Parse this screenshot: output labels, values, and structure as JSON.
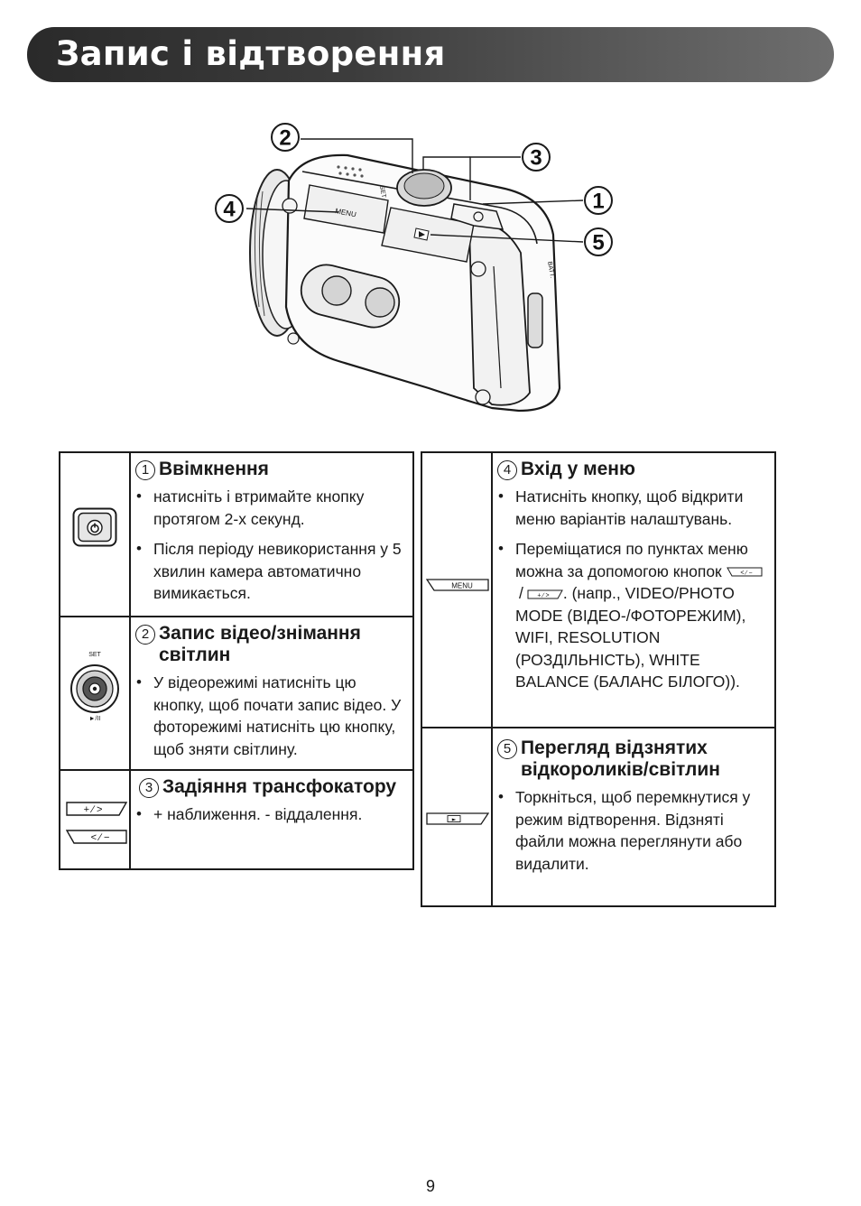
{
  "header": {
    "title": "Запис і відтворення"
  },
  "figure": {
    "callouts": [
      "2",
      "3",
      "1",
      "4",
      "5"
    ],
    "labels": {
      "menu": "MENU",
      "set": "SET",
      "batt": "BATT."
    }
  },
  "left_table": {
    "sections": [
      {
        "number": "1",
        "title": "Ввімкнення",
        "bullets": [
          "натисніть і втримайте кнопку протягом 2-х секунд.",
          "Після періоду невикористання у 5 хвилин камера автоматично вимикається."
        ]
      },
      {
        "number": "2",
        "title": "Запис відео/знімання світлин",
        "icon_top_label": "SET",
        "icon_bottom_label": "►/II",
        "bullets": [
          "У відеорежимі натисніть цю кнопку, щоб почати запис відео. У фоторежимі натисніть цю кнопку, щоб зняти світлину."
        ]
      },
      {
        "number": "3",
        "title": "Задіяння трансфокатору",
        "icon_labels": [
          "+ ∕ >",
          "< ∕ −"
        ],
        "bullets": [
          "+ наближення. - віддалення."
        ]
      }
    ]
  },
  "right_table": {
    "sections": [
      {
        "number": "4",
        "title": "Вхід у меню",
        "icon_label": "MENU",
        "bullets": [
          "Натисніть кнопку, щоб відкрити меню варіантів налаштувань."
        ],
        "nav_bullet": {
          "before": "Переміщатися по пунктах меню можна за допомогою кнопок",
          "separator": "/",
          "after": ". (напр., VIDEO/PHOTO MODE (ВІДЕО-/ФОТОРЕЖИМ), WIFI, RESOLUTION (РОЗДІЛЬНІСТЬ), WHITE BALANCE (БАЛАНС БІЛОГО))."
        }
      },
      {
        "number": "5",
        "title": "Перегляд відзнятих відкороликів/світлин",
        "icon_label": "►",
        "bullets": [
          "Торкніться, щоб перемкнутися у режим відтворення. Відзняті файли можна переглянути або видалити."
        ]
      }
    ]
  },
  "page_number": "9"
}
